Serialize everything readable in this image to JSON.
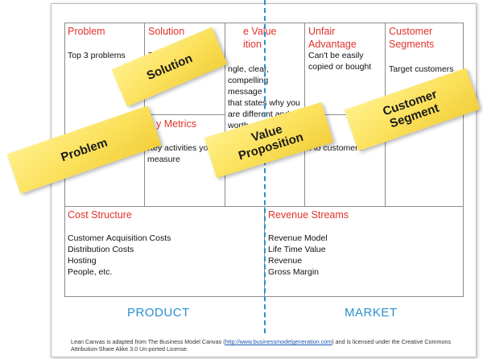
{
  "canvas": {
    "problem": {
      "title": "Problem",
      "body": "Top 3 problems"
    },
    "solution": {
      "title": "Solution",
      "body": "T"
    },
    "value_proposition": {
      "title": "e Value\nition",
      "body": "ngle, clear,\ncompelling message\nthat states why you\nare different and\nworth paying\natte"
    },
    "unfair_advantage": {
      "title": "Unfair Advantage",
      "body": "Can't be easily\ncopied or bought"
    },
    "customer_segments": {
      "title": "Customer\nSegments",
      "body": "Target customers"
    },
    "key_metrics": {
      "title": "y Metrics",
      "body": "Key activities yo\nmeasure"
    },
    "channels": {
      "body": "n to customers"
    },
    "cost_structure": {
      "title": "Cost Structure",
      "body": "Customer Acquisition Costs\nDistribution Costs\nHosting\nPeople, etc."
    },
    "revenue_streams": {
      "title": "Revenue Streams",
      "body": "Revenue Model\nLife Time Value\nRevenue\nGross Margin"
    }
  },
  "sections": {
    "left": "PRODUCT",
    "right": "MARKET"
  },
  "footer": {
    "prefix": "Lean Canvas is adapted from The Business Model Canvas (",
    "link": "http://www.businessmodelgeneration.com",
    "suffix": ") and is licensed under the Creative Commons\nAttribution-Share Alike 3.0 Un-ported License."
  },
  "sticky_notes": {
    "solution": "Solution",
    "value_proposition": "Value\nProposition",
    "customer_segment": "Customer\nSegment",
    "problem": "Problem"
  },
  "colors": {
    "heading": "#e0322a",
    "accent": "#2a8fd0",
    "sticky": "#fbe05a"
  }
}
